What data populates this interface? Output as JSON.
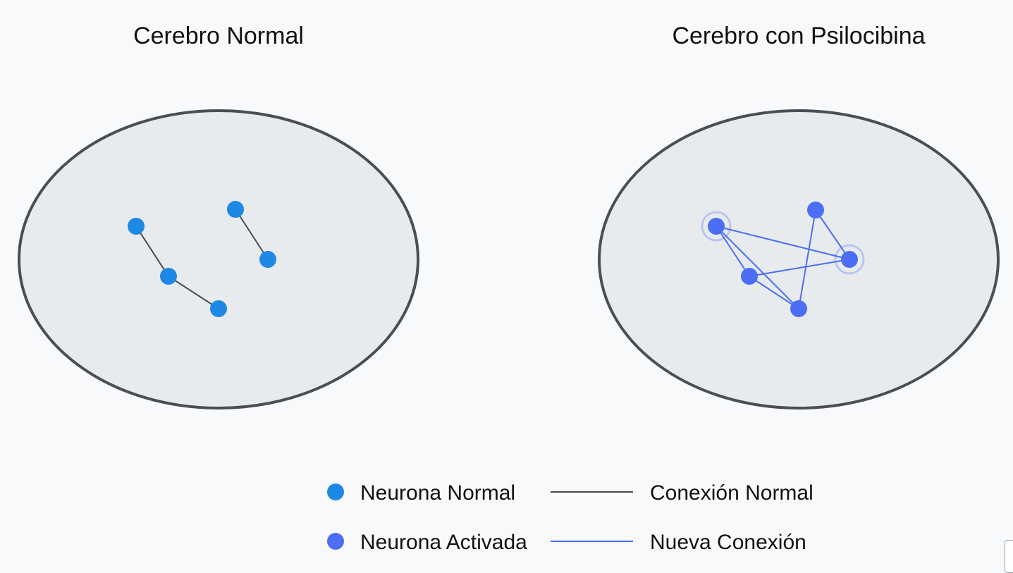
{
  "titles": {
    "left": "Cerebro Normal",
    "right": "Cerebro con Psilocibina"
  },
  "legend": {
    "normal_neuron": "Neurona Normal",
    "activated_neuron": "Neurona Activada",
    "normal_connection": "Conexión Normal",
    "new_connection": "Nueva Conexión"
  },
  "colors": {
    "normal": "#1e88e5",
    "activated": "#4b6ef5",
    "normal_line": "#4a4a4a",
    "brain_fill": "#e8ebee",
    "brain_stroke": "#4a4e55"
  }
}
